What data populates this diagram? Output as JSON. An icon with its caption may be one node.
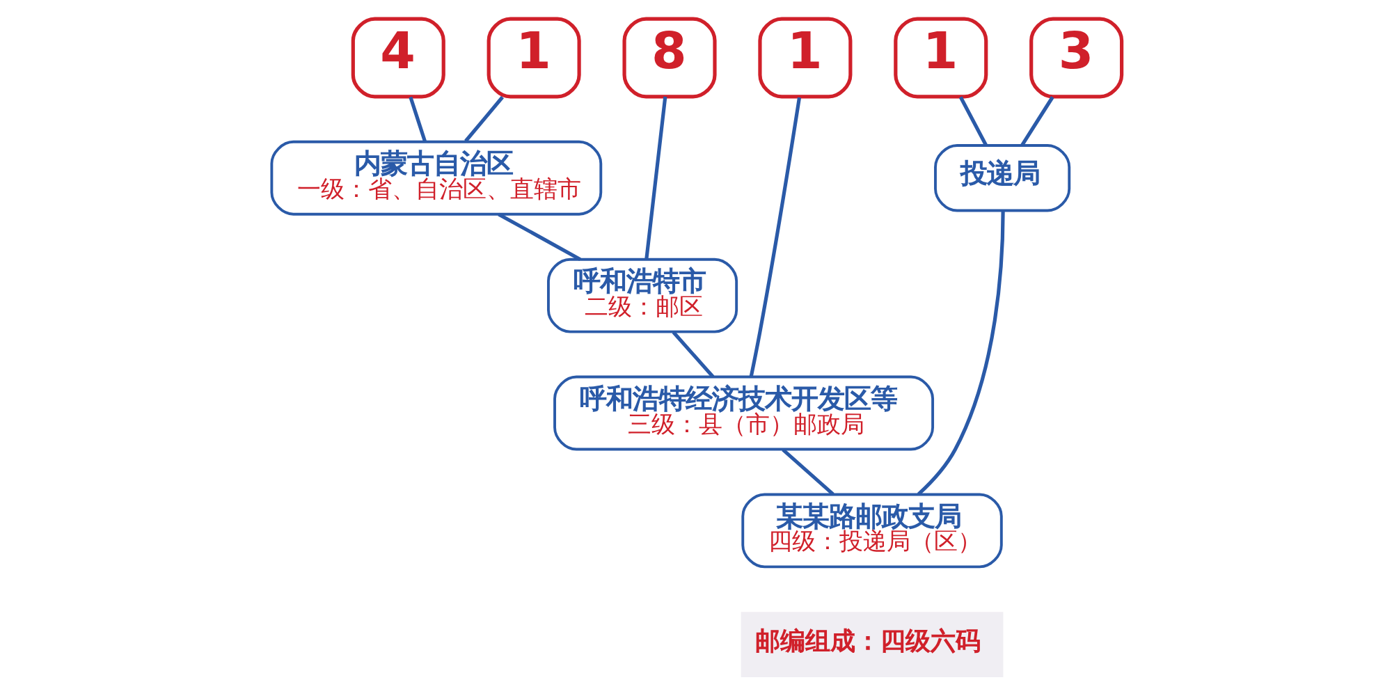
{
  "diagram": {
    "nodes": [
      {
        "text": [
          "4"
        ]
      },
      {
        "text": [
          "1"
        ]
      },
      {
        "text": [
          "8"
        ]
      },
      {
        "text": [
          "1"
        ]
      },
      {
        "text": [
          "1"
        ]
      },
      {
        "text": [
          "3"
        ]
      },
      {
        "text": [
          "内蒙古自治区",
          "一级：省、自治区、直辖市"
        ]
      },
      {
        "text": [
          "投递局"
        ]
      },
      {
        "text": [
          "呼和浩特市",
          "二级：邮区"
        ]
      },
      {
        "text": [
          "呼和浩特经济技术开发区等",
          "三级：县（市）邮政局"
        ]
      },
      {
        "text": [
          "某某路邮政支局",
          "四级：投递局（区）"
        ]
      }
    ],
    "edges": [
      {
        "from": 0,
        "to": 6,
        "arrow": "none"
      },
      {
        "from": 1,
        "to": 6,
        "arrow": "none"
      },
      {
        "from": 6,
        "to": 8,
        "arrow": "none"
      },
      {
        "from": 2,
        "to": 8,
        "arrow": "none"
      },
      {
        "from": 8,
        "to": 9,
        "arrow": "none"
      },
      {
        "from": 3,
        "to": 9,
        "arrow": "none"
      },
      {
        "from": 9,
        "to": 10,
        "arrow": "none"
      },
      {
        "from": 7,
        "to": 10,
        "arrow": "none"
      },
      {
        "from": 4,
        "to": 7,
        "arrow": "none"
      },
      {
        "from": 5,
        "to": 7,
        "arrow": "none"
      }
    ],
    "labels": [
      "邮编组成：四级六码"
    ]
  }
}
